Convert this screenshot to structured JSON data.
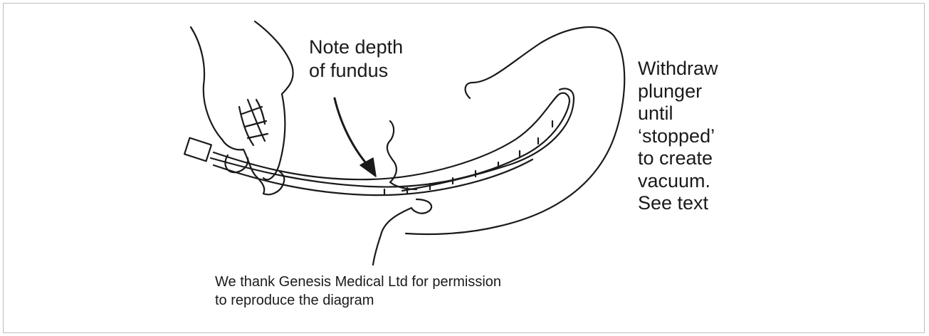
{
  "annotations": {
    "note": "Note depth\nof fundus",
    "withdraw": "Withdraw\nplunger\nuntil\n‘stopped’\nto create\nvacuum.\nSee text"
  },
  "credit": "We thank Genesis Medical Ltd for permission\nto reproduce the diagram",
  "colors": {
    "ink": "#1a1a1a",
    "frame": "#bdbdbd",
    "background": "#ffffff"
  },
  "icons": [
    "hand-icon",
    "syringe-cannula-icon",
    "uterus-outline-icon",
    "arrow-icon"
  ]
}
